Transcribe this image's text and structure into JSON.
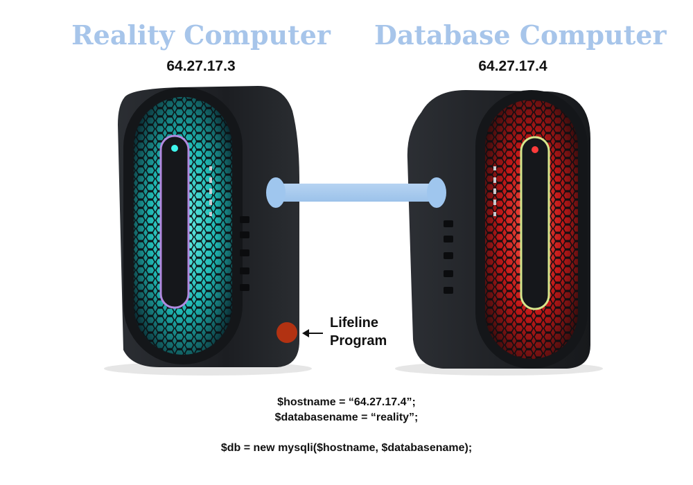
{
  "left_computer": {
    "title": "Reality Computer",
    "ip": "64.27.17.3",
    "accent_color": "#1fd6c8"
  },
  "right_computer": {
    "title": "Database Computer",
    "ip": "64.27.17.4",
    "accent_color": "#d81e1e"
  },
  "connection_color": "#a7c9ee",
  "lifeline": {
    "line1": "Lifeline",
    "line2": "Program",
    "dot_color": "#b23212"
  },
  "code": {
    "line1": "$hostname = “64.27.17.4”;",
    "line2": "$databasename = “reality”;",
    "line3": "",
    "line4": "$db = new mysqli($hostname, $databasename);"
  }
}
